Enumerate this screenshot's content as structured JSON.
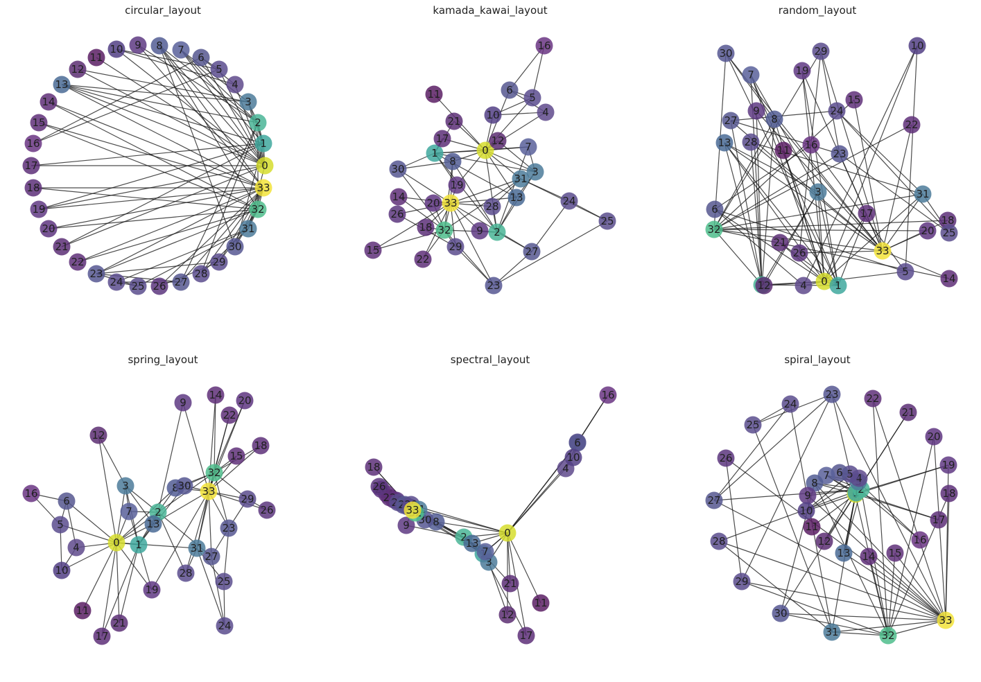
{
  "panels": [
    {
      "title": "circular_layout"
    },
    {
      "title": "kamada_kawai_layout"
    },
    {
      "title": "random_layout"
    },
    {
      "title": "spring_layout"
    },
    {
      "title": "spectral_layout"
    },
    {
      "title": "spiral_layout"
    }
  ],
  "chart_data": {
    "type": "network",
    "node_count": 34,
    "node_labels": [
      "0",
      "1",
      "2",
      "3",
      "4",
      "5",
      "6",
      "7",
      "8",
      "9",
      "10",
      "11",
      "12",
      "13",
      "14",
      "15",
      "16",
      "17",
      "18",
      "19",
      "20",
      "21",
      "22",
      "23",
      "24",
      "25",
      "26",
      "27",
      "28",
      "29",
      "30",
      "31",
      "32",
      "33"
    ],
    "node_colors": {
      "0": "#d6dd2e",
      "1": "#3fa89e",
      "2": "#4ab597",
      "3": "#4c7b9a",
      "4": "#5f4a8c",
      "5": "#5a4c8e",
      "6": "#56578f",
      "7": "#59609a",
      "8": "#525d94",
      "9": "#5e3a82",
      "10": "#523f85",
      "11": "#5a1e64",
      "12": "#5c2e72",
      "13": "#4a6b95",
      "14": "#5f2f78",
      "15": "#5f3079",
      "16": "#6a3582",
      "17": "#5d2f78",
      "18": "#5d3079",
      "19": "#603a84",
      "20": "#5e3580",
      "21": "#5c2f76",
      "22": "#5f3079",
      "23": "#565792",
      "24": "#5b4c8d",
      "25": "#5b4d8d",
      "26": "#5c367e",
      "27": "#56578f",
      "28": "#5b4c8d",
      "29": "#5a4c8d",
      "30": "#565792",
      "31": "#4c7b9a",
      "32": "#4fbd8c",
      "33": "#f2e33a"
    },
    "edges": [
      [
        0,
        1
      ],
      [
        0,
        2
      ],
      [
        0,
        3
      ],
      [
        0,
        4
      ],
      [
        0,
        5
      ],
      [
        0,
        6
      ],
      [
        0,
        7
      ],
      [
        0,
        8
      ],
      [
        0,
        10
      ],
      [
        0,
        11
      ],
      [
        0,
        12
      ],
      [
        0,
        13
      ],
      [
        0,
        17
      ],
      [
        0,
        19
      ],
      [
        0,
        21
      ],
      [
        0,
        31
      ],
      [
        1,
        2
      ],
      [
        1,
        3
      ],
      [
        1,
        7
      ],
      [
        1,
        13
      ],
      [
        1,
        17
      ],
      [
        1,
        19
      ],
      [
        1,
        21
      ],
      [
        1,
        30
      ],
      [
        2,
        3
      ],
      [
        2,
        7
      ],
      [
        2,
        8
      ],
      [
        2,
        9
      ],
      [
        2,
        13
      ],
      [
        2,
        27
      ],
      [
        2,
        28
      ],
      [
        2,
        32
      ],
      [
        3,
        7
      ],
      [
        3,
        12
      ],
      [
        3,
        13
      ],
      [
        4,
        6
      ],
      [
        4,
        10
      ],
      [
        5,
        6
      ],
      [
        5,
        10
      ],
      [
        5,
        16
      ],
      [
        6,
        16
      ],
      [
        8,
        30
      ],
      [
        8,
        32
      ],
      [
        8,
        33
      ],
      [
        9,
        33
      ],
      [
        13,
        33
      ],
      [
        14,
        32
      ],
      [
        14,
        33
      ],
      [
        15,
        32
      ],
      [
        15,
        33
      ],
      [
        18,
        32
      ],
      [
        18,
        33
      ],
      [
        19,
        33
      ],
      [
        20,
        32
      ],
      [
        20,
        33
      ],
      [
        22,
        32
      ],
      [
        22,
        33
      ],
      [
        23,
        25
      ],
      [
        23,
        27
      ],
      [
        23,
        29
      ],
      [
        23,
        32
      ],
      [
        23,
        33
      ],
      [
        24,
        25
      ],
      [
        24,
        27
      ],
      [
        24,
        31
      ],
      [
        25,
        31
      ],
      [
        26,
        29
      ],
      [
        26,
        33
      ],
      [
        27,
        33
      ],
      [
        28,
        31
      ],
      [
        28,
        33
      ],
      [
        29,
        32
      ],
      [
        29,
        33
      ],
      [
        30,
        32
      ],
      [
        30,
        33
      ],
      [
        31,
        32
      ],
      [
        31,
        33
      ],
      [
        32,
        33
      ]
    ]
  }
}
